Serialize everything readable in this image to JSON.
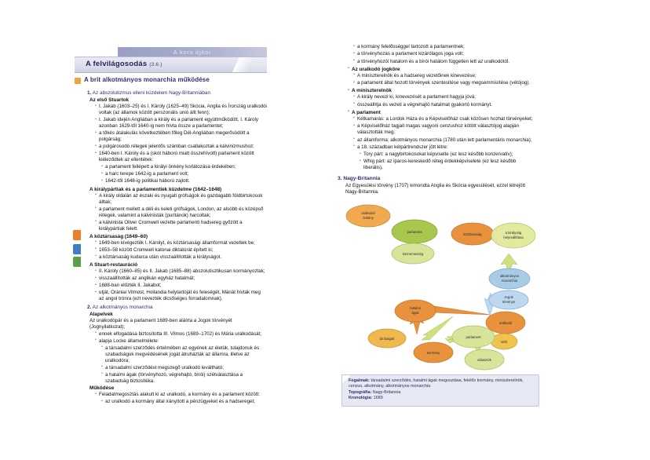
{
  "document": {
    "banner_text": "A kora újkor",
    "title": "A felvilágosodás",
    "title_ref": "(3.6.)",
    "section_heading": "A brit alkotmányos monarchia működése"
  },
  "left_page": {
    "sections": [
      {
        "number": "1.",
        "label": "Az abszolutizmus elleni küzdelem Nagy-Britanniában"
      }
    ],
    "h_stuartok": "Az első Stuartok",
    "b1": "I. Jakab (1603–25) és I. Károly (1625–49) Skócia, Anglia és Írország uralkodói voltak (az államok között perszonális unió állt fenn);",
    "b2": "I. Jakab idején Angliában a király és a parlament együttműködött, I. Károly azonban 1629-től 1640-ig nem hívta össze a parlamentet;",
    "b3": "a tőkés átalakulás következtében főleg Dél-Angliában megerősödött a polgárság;",
    "b4": "a polgárosodó rétegek jelentős számban csatlakoztak a kálvinizmushoz;",
    "b5": "1640-ben I. Károly és a (skót háború miatt összehívott) parlament között kiéleződtek az ellentétek:",
    "b5a": "a parlament fellépett a királyi önkény korlátozása érdekében;",
    "b5b": "a harc terepe 1642-ig a parlament volt;",
    "b5c": "1642-től 1648-ig politikai háború zajlott.",
    "h_kiralypartiak": "A királypártiak és a parlamentiek küzdelme (1642–1648)",
    "c1": "A király oldalán az északi és nyugati grófságok és gazdagabb földbirtokosok álltak;",
    "c2": "a parlament mellett a déli és keleti grófságok, London, az alsóbb és középső rétegek, valamint a kálvinisták (puritánok) harcoltak;",
    "c3": "a kálvinista Oliver Cromwell vezette parlamenti hadsereg győzött a királypártiak felett.",
    "h_koztarsasag": "A köztársaság (1649–60)",
    "d1": "1649-ben kivégezték I. Károlyt, és köztársasági államformát vezettek be;",
    "d2": "1653–58 között Cromwell katonai diktatúrát épített ki;",
    "d3": "a köztársaság kudarca után visszaállították a királyságot.",
    "h_restauracio": "A Stuart-restauráció",
    "e1": "II. Károly (1660–85) és II. Jakab (1685–88) abszolutisztikusan kormányoztak;",
    "e2": "visszaállították az anglikán egyház hatalmát;",
    "e3": "1688-ban elűzték II. Jakabot;",
    "e4": "utját, Orániai Vilmost, Hollandia helytartóját és feleségét, Máriát hívták meg az angol trónra (ezt nevezték dicsőséges forradalomnak).",
    "section2_number": "2.",
    "section2_label": "Az alkotmányos monarchia",
    "h_alapelvek": "Alapelvek",
    "f_intro": "Az uralkodópár és a parlament 1689-ben aláírta a Jogok törvényét (Jognyilatkozat);",
    "f1": "ennek elfogadása biztosította III. Vilmos (1689–1702) és Mária uralkodását;",
    "f2": "alapja Locke államelmélete:",
    "f2a": "a társadalmi szerződés értelmében az egyének az életük, tulajdonuk és szabadságuk megvédésének jogát átruházták az államra, illetve az uralkodóra;",
    "f2b": "a társadalmi szerződést megszegő uralkodó leváltható;",
    "f2c": "a hatalmi ágak (törvényhozó, végrehajtó, bírói) szétválasztása a szabadság biztosítéka.",
    "h_mukodese": "Működése",
    "g1": "Feladatmegosztás alakult ki az uralkodó, a kormány és a parlament között:",
    "g1a": "az uralkodó a kormány által irányított a pénzügyeket és a hadsereget;"
  },
  "right_page": {
    "r1": "a kormány felelősséggel tartozott a parlamentnek;",
    "r2": "a törvényhozás a parlament kizárólagos joga volt;",
    "r3": "a törvényhozói hatalom és a bírói hatalom független lett az uralkodótól.",
    "h_uralkodo": "Az uralkodó jogköre",
    "u1": "A miniszterelnök és a hadsereg vezetőinek kinevezése;",
    "u2": "a parlament által hozott törvények szentesítése vagy megsemmisítése (vétójog).",
    "h_miniszterelnok": "A miniszterelnök",
    "m1": "A király nevezi ki, kinevezését a parlament hagyja jóvá;",
    "m2": "összeállítja és vezeti a végrehajtó hatalmat gyakorló kormányt.",
    "h_parlament": "A parlament",
    "p1": "Kétkamarás: a Lordok Háza és a Képviselőház csak közösen hozhat törvényeket;",
    "p2": "a Képviselőház tagjait magas vagyoni cenzushoz kötött választójog alapján választották meg;",
    "p3": "az államforma: alkotmányos monarchia (1780 után lett parlamentáris monarchia);",
    "p4": "a 18. században kétpártrendszer jött létre:",
    "p4a": "Tory párt: a nagybirtokosokat képviselte (ez lesz később konzervatív);",
    "p4b": "Whig párt: az iparos-kereskedő réteg érdekképviselete (ez lesz később liberális).",
    "section3_number": "3.",
    "section3_label": "Nagy-Britannia",
    "s3_text": "Az Egyesülési törvény (1707) kimondta Anglia és Skócia egyesülését, ezzel létrejött Nagy-Britannia."
  },
  "diagram": {
    "nodes": [
      {
        "id": "uralkodoi-onkeny",
        "label_line1": "uralkodói",
        "label_line2": "önkény",
        "color": "#f0a94e"
      },
      {
        "id": "parlament-top",
        "label_line1": "parlament",
        "label_line2": "",
        "color": "#a9c64e"
      },
      {
        "id": "koznemesseg",
        "label_line1": "köznemesség",
        "label_line2": "",
        "color": "#d8e49a"
      },
      {
        "id": "koztarsasag",
        "label_line1": "köztársaság",
        "label_line2": "",
        "color": "#e8923e"
      },
      {
        "id": "kiralysag-helyreallitasa",
        "label_line1": "a királyság",
        "label_line2": "helyreállítása",
        "color": "#e1ea9e"
      },
      {
        "id": "alkotmanyos-monarchia",
        "label_line1": "alkotmányos",
        "label_line2": "monarchia",
        "color": "#a8cbe6"
      },
      {
        "id": "jogok-torvenye",
        "label_line1": "Jogok",
        "label_line2": "törvénye",
        "color": "#bcd8ee"
      },
      {
        "id": "hatalmi-agak",
        "label_line1": "hatalmi",
        "label_line2": "ágak",
        "color": "#e8923e"
      },
      {
        "id": "uralkodo",
        "label_line1": "uralkodó",
        "label_line2": "",
        "color": "#e8923e"
      },
      {
        "id": "veto",
        "label_line1": "vétó",
        "label_line2": "",
        "color": "#f0c24e"
      },
      {
        "id": "birosagok",
        "label_line1": "bíróságok",
        "label_line2": "",
        "color": "#f0b84e"
      },
      {
        "id": "parlament-bottom",
        "label_line1": "parlament",
        "label_line2": "",
        "color": "#d8e49a"
      },
      {
        "id": "kormany",
        "label_line1": "kormány",
        "label_line2": "",
        "color": "#e8923e"
      },
      {
        "id": "valasztok",
        "label_line1": "választók",
        "label_line2": "",
        "color": "#d8e49a"
      }
    ]
  },
  "summary": {
    "fogalmak_label": "Fogalmak:",
    "fogalmak_value": "társadalmi szerződés, hatalmi ágak megosztása, felelős kormány, miniszterelnök, cenzus, alkotmány, alkotmányos monarchia",
    "topografia_label": "Topográfia:",
    "topografia_value": "Nagy-Britannia",
    "kronologia_label": "Kronológia:",
    "kronologia_value": "1689"
  }
}
